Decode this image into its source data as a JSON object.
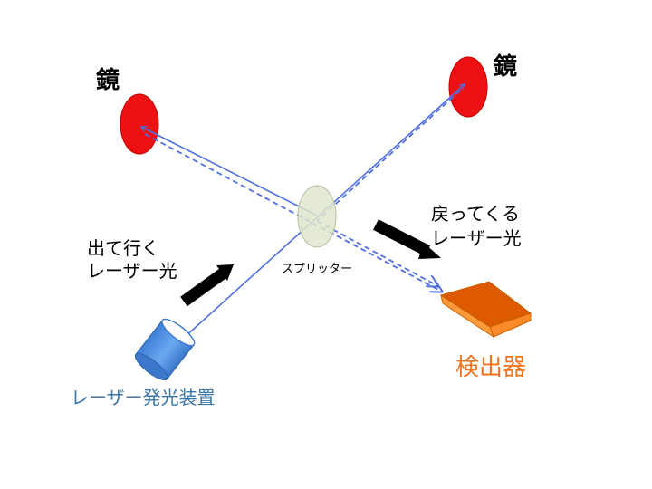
{
  "labels": {
    "mirror_left": "鏡",
    "mirror_right": "鏡",
    "splitter": "スプリッター",
    "outgoing_line1": "出て行く",
    "outgoing_line2": "レーザー光",
    "returning_line1": "戻ってくる",
    "returning_line2": "レーザー光",
    "detector": "検出器",
    "laser_device": "レーザー発光装置"
  },
  "colors": {
    "mirror": "#ee1111",
    "beam": "#4f6fe0",
    "splitter": "#dfe6cc",
    "detector_top": "#dd5a00",
    "detector_side": "#ff8a2a",
    "detector_label": "#f07420",
    "laser_body": "#4a8fe0",
    "laser_label": "#3a76a8",
    "arrow": "#000000"
  }
}
